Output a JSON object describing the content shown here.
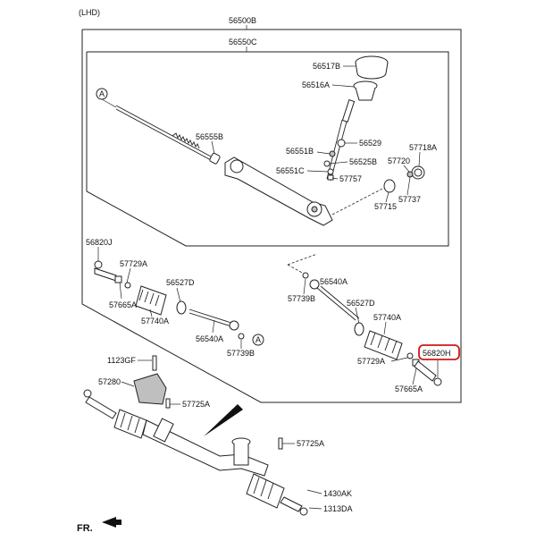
{
  "header": {
    "variant": "(LHD)"
  },
  "assembly": {
    "outer_label": "56500B",
    "inner_label": "56550C"
  },
  "callouts": {
    "56517B": "56517B",
    "56516A": "56516A",
    "56555B": "56555B",
    "56529": "56529",
    "56551B": "56551B",
    "56525B": "56525B",
    "57718A": "57718A",
    "57720": "57720",
    "56551C": "56551C",
    "57757": "57757",
    "57737": "57737",
    "57715": "57715",
    "56820J": "56820J",
    "57729A_left": "57729A",
    "56527D_left": "56527D",
    "57665A_left": "57665A",
    "57740A_left": "57740A",
    "56540A_left": "56540A",
    "57739B_left": "57739B",
    "57739B_right": "57739B",
    "56540A_right": "56540A",
    "56527D_right": "56527D",
    "57740A_right": "57740A",
    "56820H": "56820H",
    "57729A_right": "57729A",
    "57665A_right": "57665A",
    "1123GF": "1123GF",
    "57280": "57280",
    "57725A_upper": "57725A",
    "57725A_lower": "57725A",
    "1430AK": "1430AK",
    "1313DA": "1313DA"
  },
  "reference_markers": {
    "marker_a": "A"
  },
  "orientation": {
    "label": "FR."
  },
  "highlight": {
    "part": "56820H",
    "color": "#d01818"
  }
}
